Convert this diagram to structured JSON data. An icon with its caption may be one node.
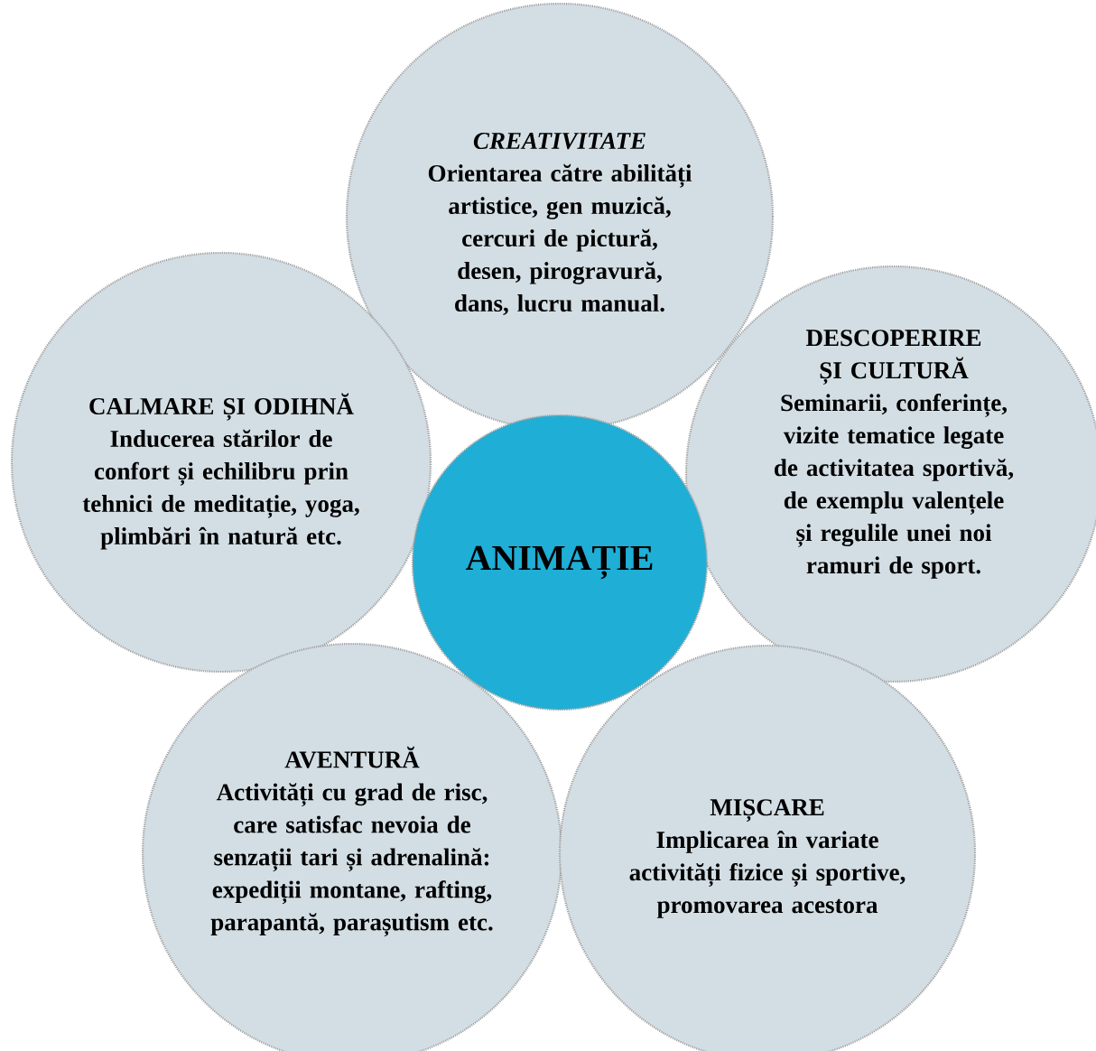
{
  "diagram": {
    "nodes": [
      {
        "text": [
          "CREATIVITATE",
          "Orientarea către abilități artistice, gen muzică, cercuri de pictură, desen, pirogravură, dans, lucru manual."
        ]
      },
      {
        "text": [
          "CALMARE ȘI ODIHNĂ",
          "Inducerea stărilor de confort și echilibru prin tehnici de meditație, yoga, plimbări în natură etc."
        ]
      },
      {
        "text": [
          "DESCOPERIRE ȘI CULTURĂ",
          "Seminarii, conferințe, vizite tematice legate de activitatea sportivă, de exemplu valențele și regulile unei noi ramuri de sport."
        ]
      },
      {
        "text": [
          "ANIMAȚIE"
        ]
      },
      {
        "text": [
          "AVENTURĂ",
          "Activități cu grad de risc, care satisfac nevoia de senzații tari și adrenalină: expediții montane, rafting, parapantă, parașutism etc."
        ]
      },
      {
        "text": [
          "MIȘCARE",
          "Implicarea în variate activități fizice și sportive, promovarea acestora"
        ]
      }
    ]
  }
}
